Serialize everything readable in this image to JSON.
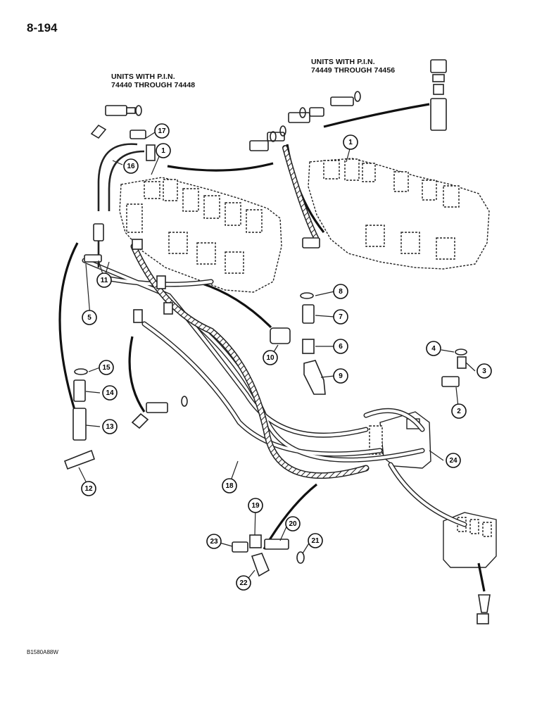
{
  "page_number": "8-194",
  "labels": {
    "left_units": [
      "UNITS WITH P.I.N.",
      "74440 THROUGH 74448"
    ],
    "right_units": [
      "UNITS WITH P.I.N.",
      "74449 THROUGH 74456"
    ]
  },
  "drawing_code": "B1580A88W",
  "callouts": [
    "1",
    "1",
    "2",
    "3",
    "4",
    "5",
    "6",
    "7",
    "8",
    "9",
    "10",
    "11",
    "12",
    "13",
    "14",
    "15",
    "16",
    "17",
    "18",
    "19",
    "20",
    "21",
    "22",
    "23",
    "24"
  ]
}
